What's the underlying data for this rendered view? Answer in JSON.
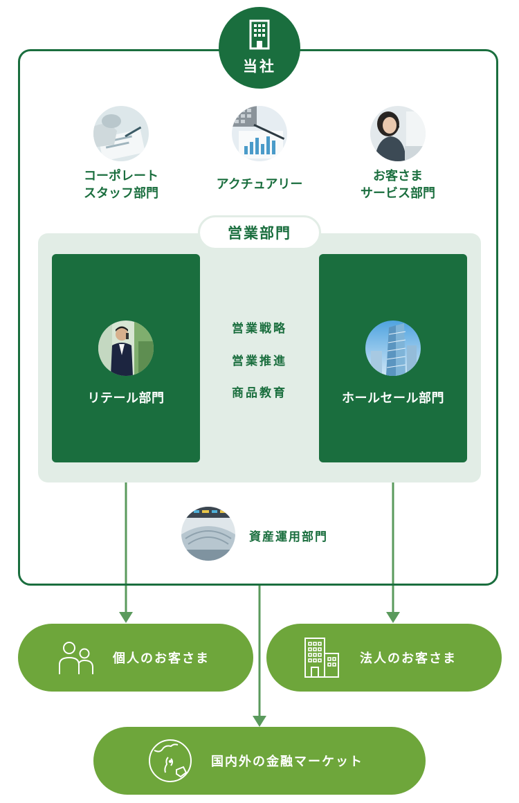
{
  "company": {
    "label": "当社",
    "icon": "building-icon"
  },
  "departments_top": [
    {
      "id": "corporate",
      "lines": [
        "コーポレート",
        "スタッフ部門"
      ],
      "photo": "document-desk-photo"
    },
    {
      "id": "actuary",
      "lines": [
        "アクチュアリー"
      ],
      "photo": "calculator-chart-photo"
    },
    {
      "id": "customer-service",
      "lines": [
        "お客さま",
        "サービス部門"
      ],
      "photo": "call-center-photo"
    }
  ],
  "sales": {
    "title": "営業部門",
    "retail": {
      "label": "リテール部門",
      "photo": "businessman-phone-photo"
    },
    "wholesale": {
      "label": "ホールセール部門",
      "photo": "skyscraper-photo"
    },
    "functions": [
      "営業戦略",
      "営業推進",
      "商品教育"
    ]
  },
  "asset_management": {
    "label": "資産運用部門",
    "photo": "stock-exchange-photo"
  },
  "customers": {
    "individual": {
      "label": "個人のお客さま",
      "icon": "people-icon"
    },
    "corporate": {
      "label": "法人のお客さま",
      "icon": "office-buildings-icon"
    },
    "market": {
      "label": "国内外の金融マーケット",
      "icon": "globe-icon"
    }
  },
  "colors": {
    "dark_green": "#1a6e3e",
    "light_green": "#6ea63b",
    "arrow_green": "#5a9a5c",
    "sales_bg": "#e2ede6"
  }
}
